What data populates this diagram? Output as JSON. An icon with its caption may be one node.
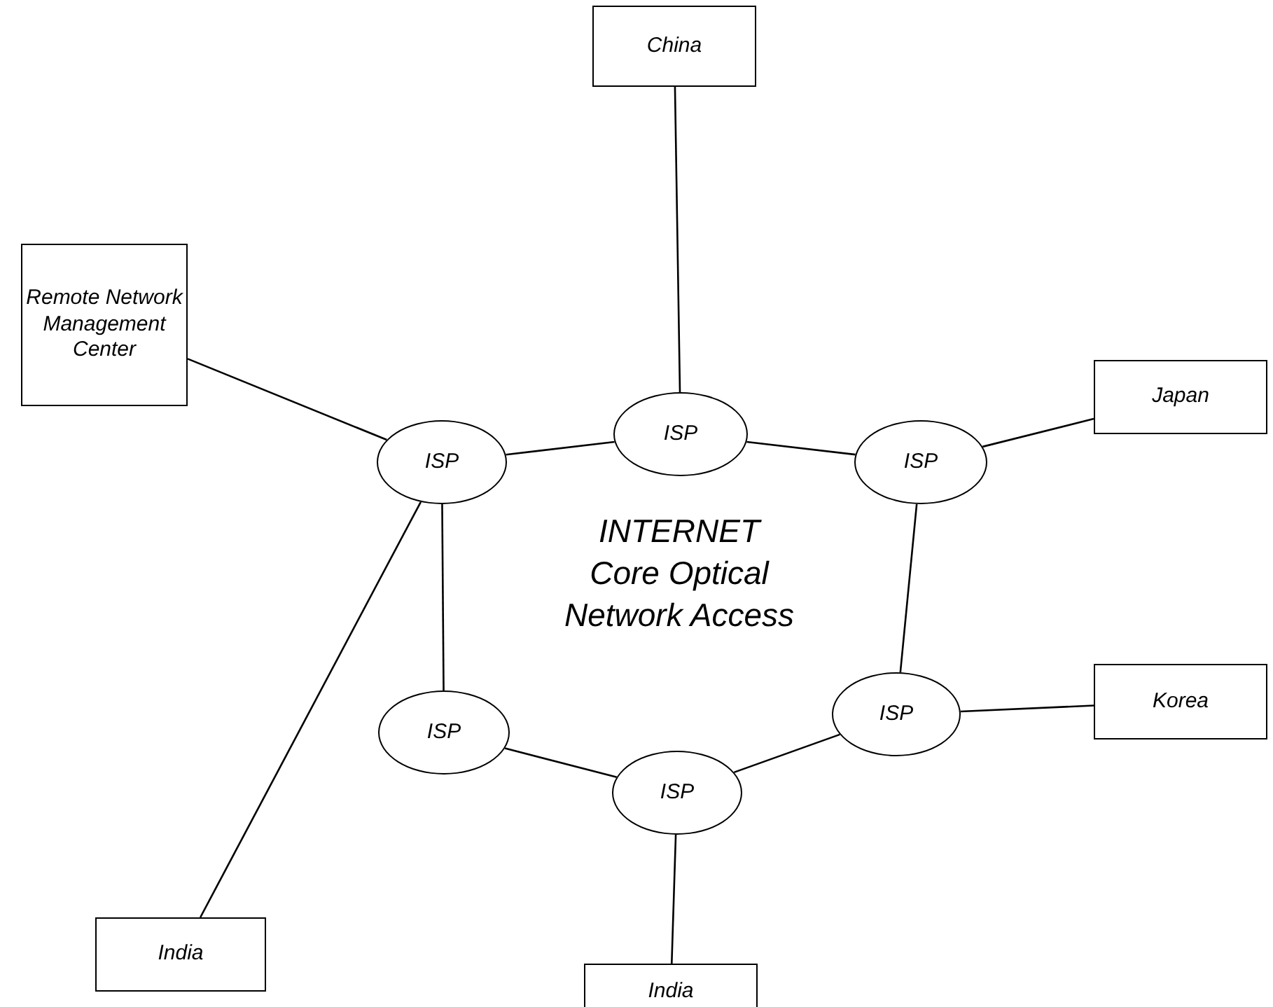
{
  "diagram": {
    "nodes": [
      {
        "text": [
          "China"
        ]
      },
      {
        "text": [
          "Remote Network Management Center"
        ]
      },
      {
        "text": [
          "ISP"
        ]
      },
      {
        "text": [
          "Japan"
        ]
      },
      {
        "text": [
          "ISP"
        ]
      },
      {
        "text": [
          "ISP"
        ]
      },
      {
        "text": [
          "ISP"
        ]
      },
      {
        "text": [
          "ISP"
        ]
      },
      {
        "text": [
          "Korea"
        ]
      },
      {
        "text": [
          "India"
        ]
      },
      {
        "text": [
          "ISP"
        ]
      },
      {
        "text": [
          "India"
        ]
      }
    ],
    "edges": [
      {
        "from": 0,
        "to": 2,
        "arrow": "none"
      },
      {
        "from": 2,
        "to": 4,
        "arrow": "none"
      },
      {
        "from": 2,
        "to": 5,
        "arrow": "none"
      },
      {
        "from": 1,
        "to": 4,
        "arrow": "none"
      },
      {
        "from": 3,
        "to": 5,
        "arrow": "none"
      },
      {
        "from": 4,
        "to": 6,
        "arrow": "none"
      },
      {
        "from": 4,
        "to": 9,
        "arrow": "none"
      },
      {
        "from": 5,
        "to": 7,
        "arrow": "none"
      },
      {
        "from": 7,
        "to": 8,
        "arrow": "none"
      },
      {
        "from": 7,
        "to": 10,
        "arrow": "none"
      },
      {
        "from": 6,
        "to": 10,
        "arrow": "none"
      },
      {
        "from": 10,
        "to": 11,
        "arrow": "none"
      }
    ],
    "labels": [
      "INTERNET",
      "Core Optical",
      "Network Access"
    ]
  }
}
